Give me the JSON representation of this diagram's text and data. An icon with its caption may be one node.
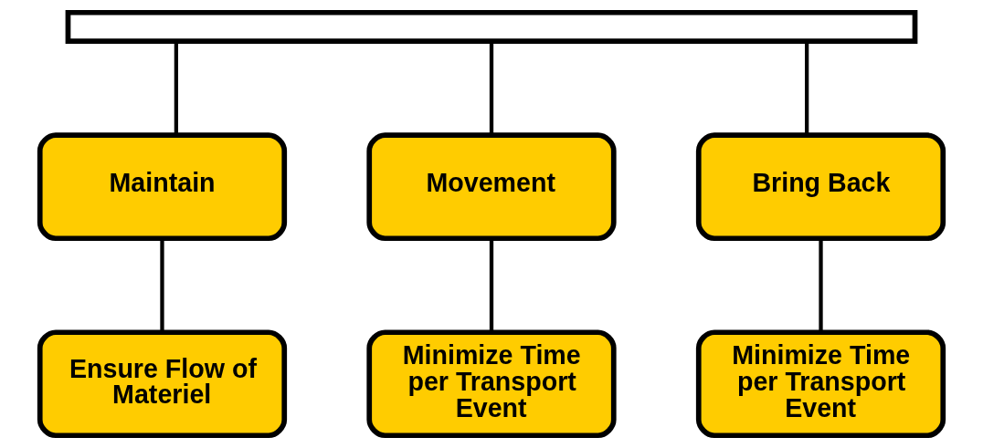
{
  "diagram": {
    "nodes": [
      {
        "text": [],
        "shape": "box"
      },
      {
        "text": [
          "Maintain"
        ]
      },
      {
        "text": [
          "Movement"
        ]
      },
      {
        "text": [
          "Bring Back"
        ]
      },
      {
        "text": [
          "Ensure Flow of Materiel"
        ]
      },
      {
        "text": [
          "Minimize Time per Transport Event"
        ]
      },
      {
        "text": [
          "Minimize Time per Transport Event"
        ]
      }
    ],
    "edges": [
      {
        "from": 0,
        "to": 1,
        "arrow": "none"
      },
      {
        "from": 0,
        "to": 2,
        "arrow": "none"
      },
      {
        "from": 0,
        "to": 3,
        "arrow": "none"
      },
      {
        "from": 1,
        "to": 4,
        "arrow": "none"
      },
      {
        "from": 2,
        "to": 5,
        "arrow": "none"
      },
      {
        "from": 3,
        "to": 6,
        "arrow": "none"
      }
    ]
  }
}
